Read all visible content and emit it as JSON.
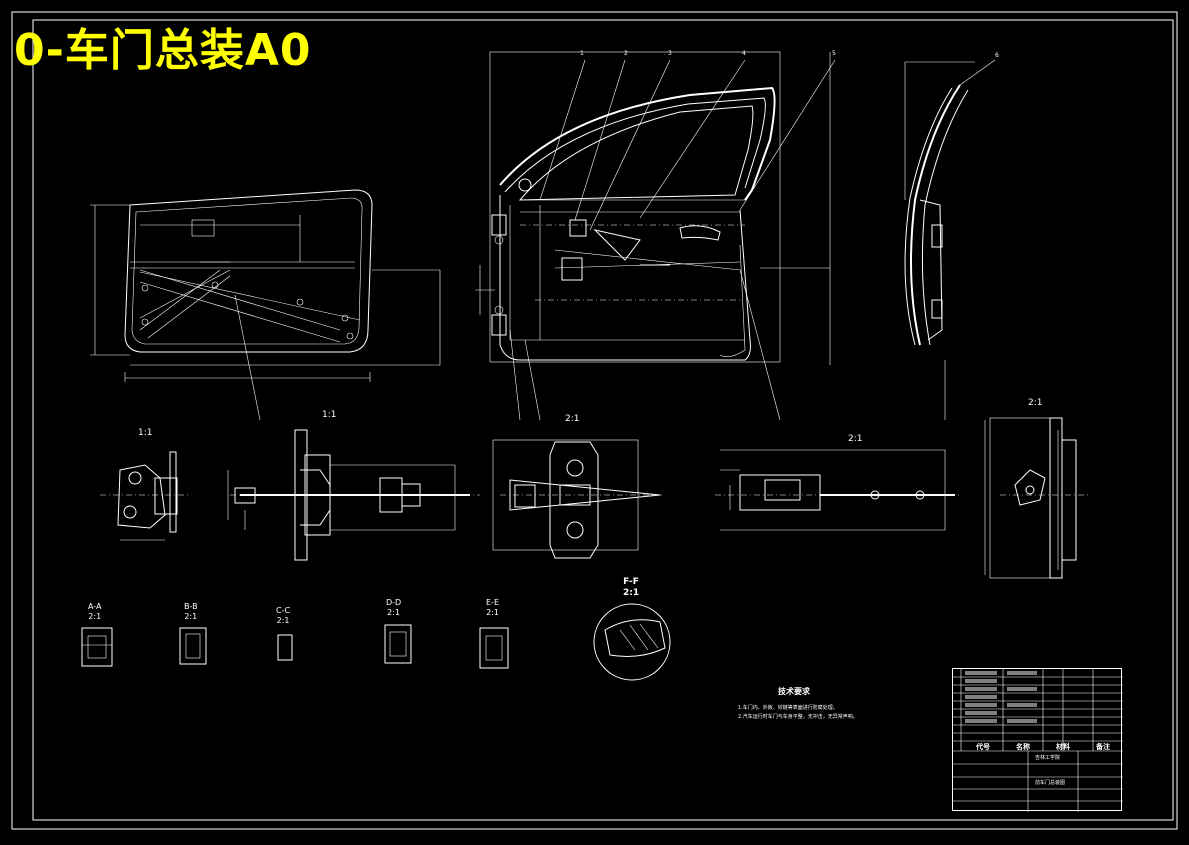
{
  "title": "0-车门总装A0",
  "colors": {
    "background": "#000000",
    "line": "#ffffff",
    "title": "#ffff00"
  },
  "scales": {
    "view_1": "1:1",
    "view_2": "1:1",
    "view_3": "2:1",
    "view_4": "2:1",
    "view_5": "2:1"
  },
  "sections": [
    {
      "name": "A-A",
      "scale": "2:1"
    },
    {
      "name": "B-B",
      "scale": "2:1"
    },
    {
      "name": "C-C",
      "scale": "2:1"
    },
    {
      "name": "D-D",
      "scale": "2:1"
    },
    {
      "name": "E-E",
      "scale": "2:1"
    },
    {
      "name": "F-F",
      "scale": "2:1"
    }
  ],
  "callouts": [
    "1",
    "2",
    "3",
    "4",
    "5",
    "6"
  ],
  "tech_requirements": {
    "heading": "技术要求",
    "lines": [
      "1.车门内、外板、铰链等表面进行防腐处理。",
      "2.汽车运行时车门与车身平整，无冲击，无异常声响。"
    ]
  },
  "title_block": {
    "headers": [
      "代号",
      "名称",
      "材料",
      "备注"
    ],
    "school": "吉林工学院",
    "drawing_name": "前车门总装图"
  }
}
